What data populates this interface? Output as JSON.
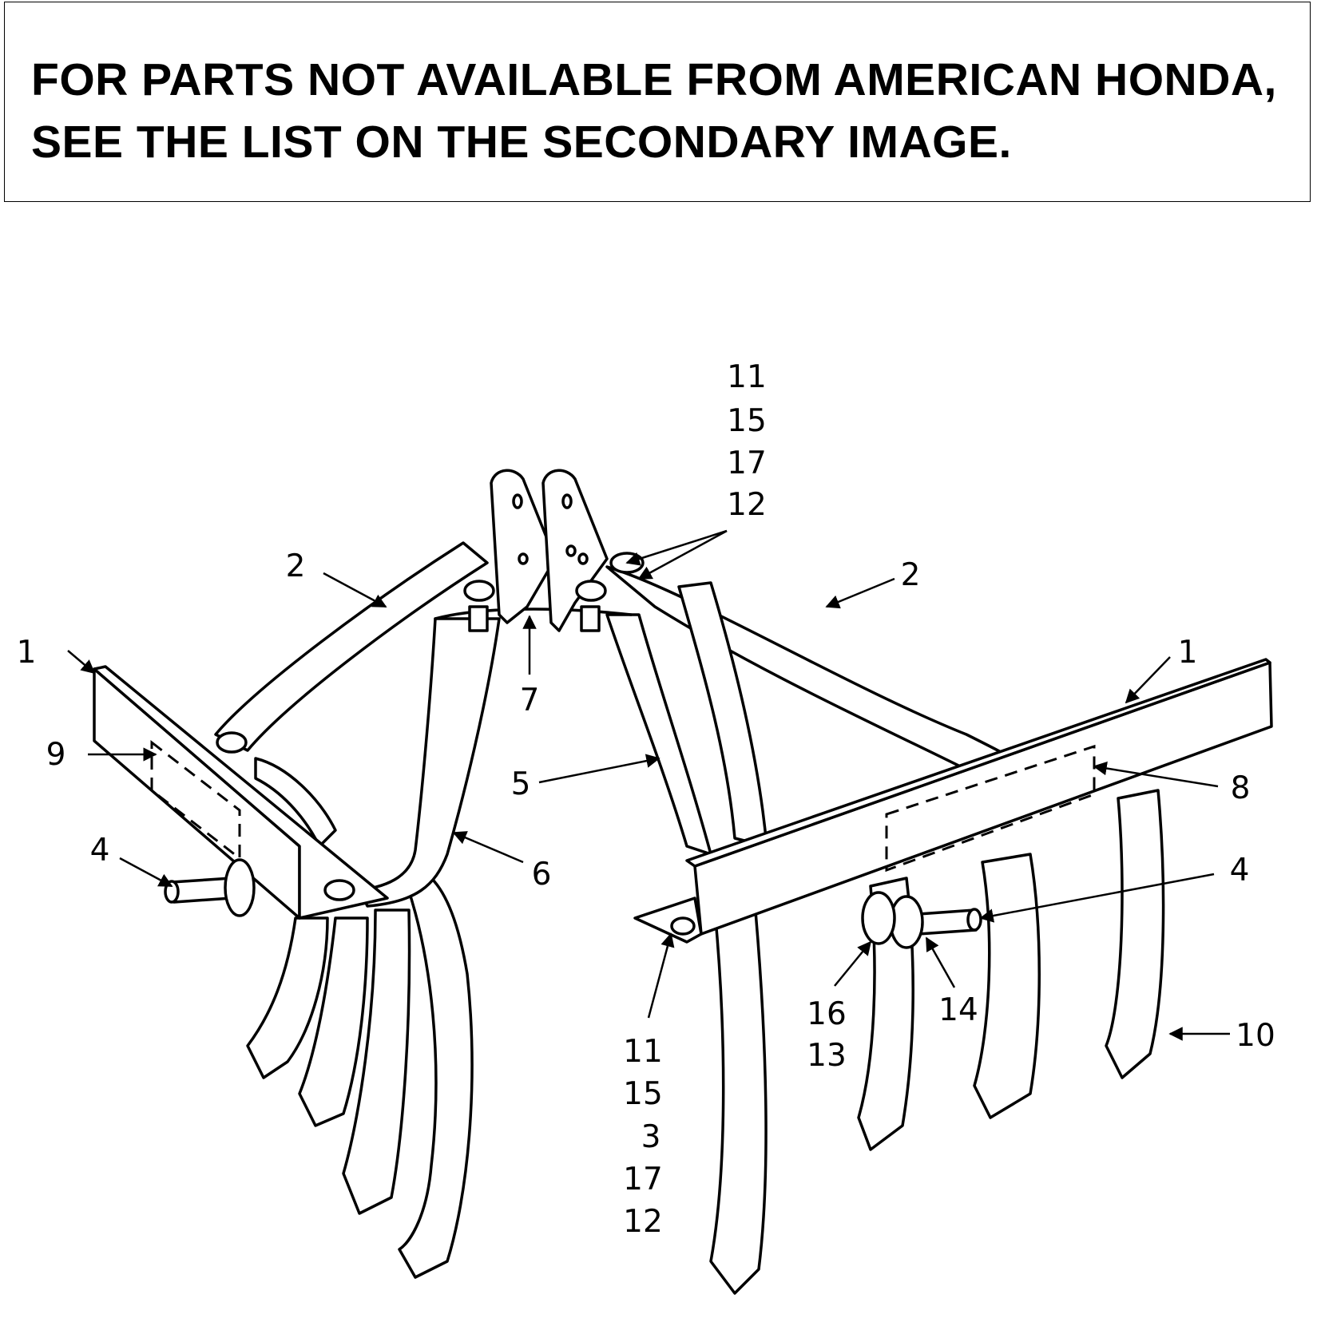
{
  "notice": {
    "line1": "FOR PARTS NOT AVAILABLE FROM AMERICAN HONDA,",
    "line2": "SEE THE LIST ON THE SECONDARY IMAGE."
  },
  "callouts": {
    "top_stack": [
      "11",
      "15",
      "17",
      "12"
    ],
    "bottom_stack": [
      "11",
      "15",
      "3",
      "17",
      "12"
    ],
    "right_stack": [
      "16",
      "13"
    ],
    "c1_left": "1",
    "c1_right": "1",
    "c2_left": "2",
    "c2_right": "2",
    "c4_left": "4",
    "c4_right": "4",
    "c5": "5",
    "c6": "6",
    "c7": "7",
    "c8": "8",
    "c9": "9",
    "c10": "10",
    "c14": "14"
  }
}
